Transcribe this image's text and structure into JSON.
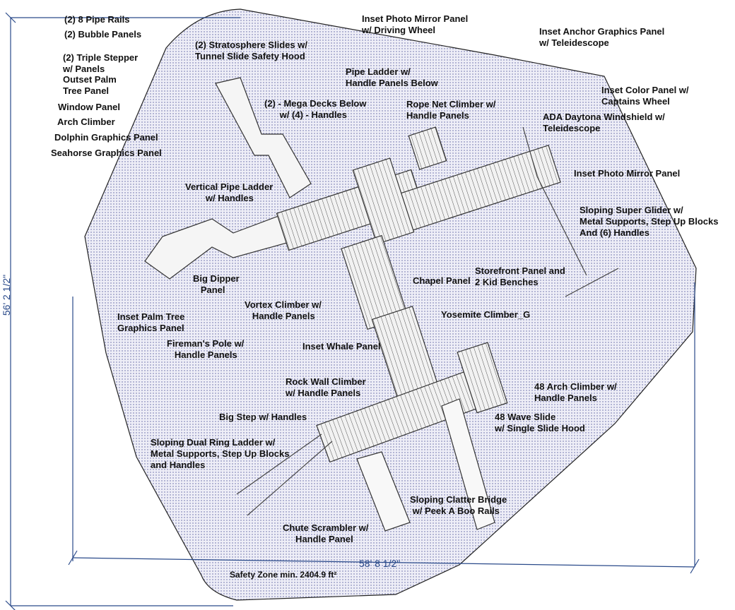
{
  "colors": {
    "zone_fill": "#e8e8f4",
    "dots": "#5b5fa0",
    "dimension": "#2a4a8a",
    "structure": "#444444"
  },
  "dimensions": {
    "height": "56' 2 1/2\"",
    "width": "58' 8 1/2\""
  },
  "safety_zone": "Safety Zone min. 2404.9 ft²",
  "labels": {
    "pipe_rails": "(2) 8 Pipe Rails",
    "bubble_panels": "(2) Bubble Panels",
    "triple_stepper": "(2) Triple Stepper\nw/ Panels",
    "outset_palm": "Outset Palm\nTree Panel",
    "window_panel": "Window Panel",
    "arch_climber": "Arch Climber",
    "dolphin": "Dolphin Graphics Panel",
    "seahorse": "Seahorse Graphics Panel",
    "stratosphere": "(2) Stratosphere Slides w/\nTunnel Slide Safety Hood",
    "inset_mirror_wheel": "Inset Photo Mirror Panel\nw/ Driving Wheel",
    "anchor": "Inset Anchor Graphics Panel\nw/ Teleidescope",
    "pipe_ladder": "Pipe Ladder w/\nHandle Panels Below",
    "color_panel": "Inset Color Panel w/\nCaptains Wheel",
    "mega_decks": "(2) - Mega Decks Below\n      w/ (4) - Handles",
    "rope_net": "Rope Net Climber w/\nHandle Panels",
    "ada_daytona": "ADA Daytona Windshield w/\nTeleidescope",
    "inset_mirror": "Inset Photo Mirror Panel",
    "vertical_pipe": "Vertical Pipe Ladder\n        w/ Handles",
    "super_glider": "Sloping Super Glider w/\nMetal Supports, Step Up Blocks\nAnd (6) Handles",
    "big_dipper": "Big Dipper\n   Panel",
    "chapel": "Chapel Panel",
    "storefront": "Storefront Panel and\n2 Kid Benches",
    "vortex": "Vortex Climber w/\n   Handle Panels",
    "inset_palm": "Inset Palm Tree\nGraphics Panel",
    "yosemite": "Yosemite Climber_G",
    "firemans_pole": "Fireman's Pole w/\n   Handle Panels",
    "inset_whale": "Inset Whale Panel",
    "rock_wall": "Rock Wall Climber\nw/ Handle Panels",
    "arch48": "48 Arch Climber w/\nHandle Panels",
    "big_step": "Big Step w/ Handles",
    "wave_slide": "48 Wave Slide\nw/ Single Slide Hood",
    "dual_ring": "Sloping Dual Ring Ladder w/\nMetal Supports, Step Up Blocks\nand Handles",
    "clatter_bridge": "Sloping Clatter Bridge\n w/ Peek A Boo Rails",
    "chute": "Chute Scrambler w/\n     Handle Panel"
  }
}
